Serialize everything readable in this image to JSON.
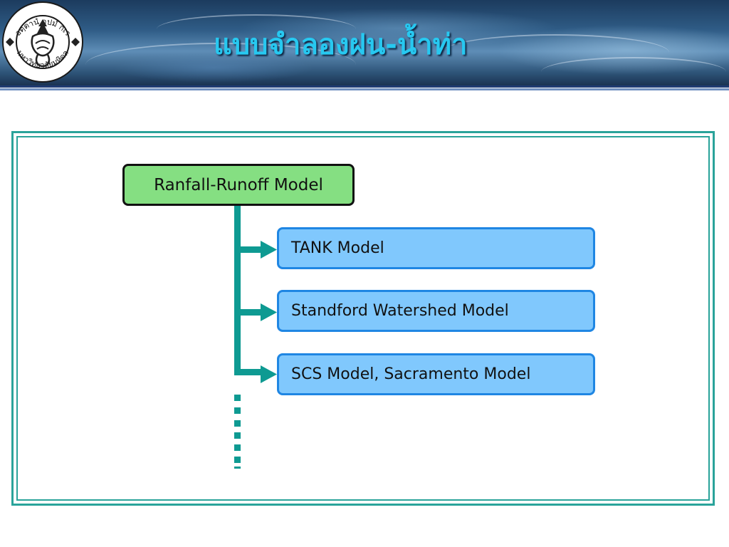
{
  "header": {
    "title": "แบบจำลองฝน-น้ำท่า",
    "seal_text_top": "อตฺตานํ อุปมํ กเร",
    "seal_text_bottom": "มหาวิทยาลัยมหิดล"
  },
  "diagram": {
    "root": {
      "label": "Ranfall-Runoff Model"
    },
    "children": [
      {
        "label": "TANK Model"
      },
      {
        "label": "Standford Watershed Model"
      },
      {
        "label": "SCS Model, Sacramento Model"
      }
    ]
  },
  "colors": {
    "connector": "#0e9a92",
    "root_fill": "#85df82",
    "child_fill": "#80c8fd",
    "child_border": "#1f86e3",
    "frame": "#2aa39a",
    "title": "#27c8f0"
  }
}
